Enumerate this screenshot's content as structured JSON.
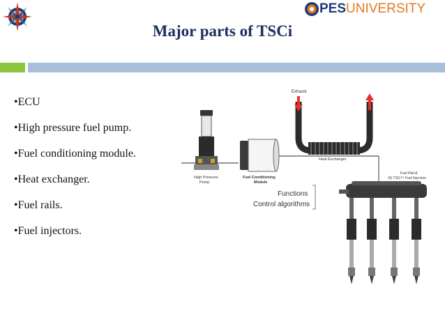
{
  "header": {
    "left_logo_icon": "compass-rose-emblem-icon",
    "brand": {
      "pes": "PES",
      "university": "UNIVERSITY",
      "emblem_icon": "pes-emblem-icon"
    }
  },
  "title": "Major parts of TSCi",
  "colors": {
    "title": "#1c2e60",
    "bar_green": "#8cc63f",
    "bar_blue": "#a8bedb",
    "brand_blue": "#1f3a78",
    "brand_orange": "#e07a1f",
    "arrow_red": "#e8312a"
  },
  "bullets": [
    "•ECU",
    "•High pressure fuel pump.",
    "•Fuel conditioning module.",
    "•Heat exchanger.",
    "•Fuel rails.",
    "•Fuel injectors."
  ],
  "diagram": {
    "exhaust": "Exhaust",
    "heat_exchanger": "Heat Exchanger",
    "pump_line1": "High Pressure",
    "pump_line2": "Pump",
    "module_line1": "Fuel Conditioning",
    "module_line2": "Module",
    "functions": "Functions",
    "control": "Control algorithms",
    "rail_line1": "Fuel Rail &",
    "rail_line2": "(4) TSCi™ Fuel Injectors"
  }
}
